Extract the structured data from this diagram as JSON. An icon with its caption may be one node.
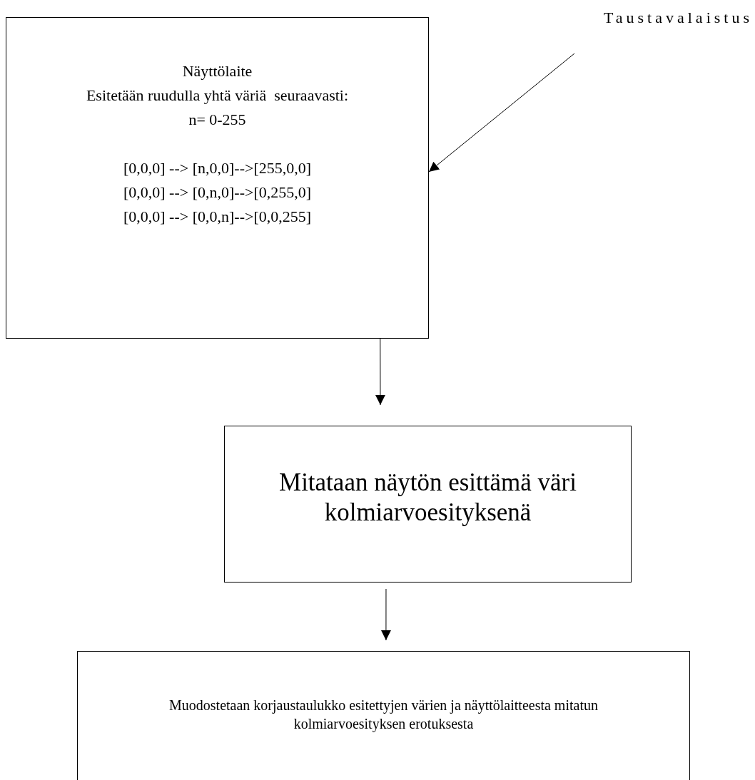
{
  "diagram": {
    "nodes": [
      {
        "text": [
          "Näyttölaite",
          "Esitetään ruudulla yhtä väriä  seuraavasti:",
          "n= 0-255",
          "[0,0,0] --> [n,0,0]-->[255,0,0]",
          "[0,0,0] --> [0,n,0]-->[0,255,0]",
          "[0,0,0] --> [0,0,n]-->[0,0,255]"
        ]
      },
      {
        "text": [
          "Taustavalaistus"
        ]
      },
      {
        "text": [
          "Mitataan näytön esittämä väri kolmiarvoesityksenä"
        ]
      },
      {
        "text": [
          "Muodostetaan korjaustaulukko esitettyjen värien ja näyttölaitteesta mitatun kolmiarvoesityksen erotuksesta"
        ]
      }
    ],
    "edges": [
      {
        "from": 1,
        "to": 0,
        "arrow": "to"
      },
      {
        "from": 0,
        "to": 2,
        "arrow": "to"
      },
      {
        "from": 2,
        "to": 3,
        "arrow": "to"
      }
    ]
  }
}
